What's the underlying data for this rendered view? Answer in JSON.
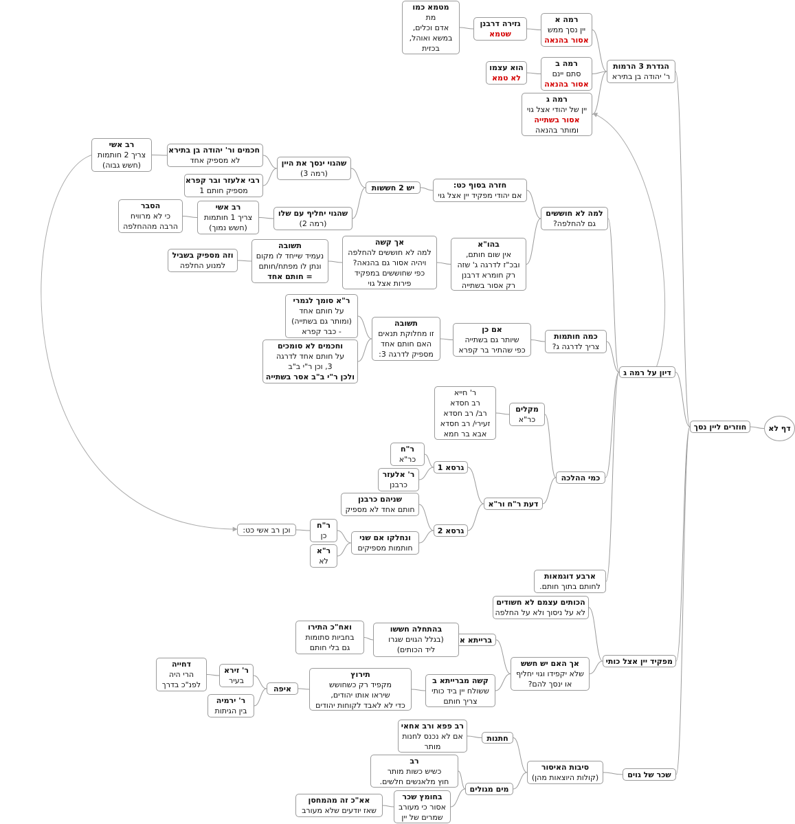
{
  "nodes": [
    {
      "id": "root",
      "lines": [
        {
          "t": "דף לא",
          "s": "b"
        }
      ]
    },
    {
      "id": "main",
      "lines": [
        {
          "t": "חוזרים ליין נסך",
          "s": "b"
        }
      ]
    },
    {
      "id": "def3",
      "lines": [
        {
          "t": "הגדרת 3 הרמות",
          "s": "b"
        },
        {
          "t": "ר' יהודה בן בתירא"
        }
      ]
    },
    {
      "id": "ramaA",
      "lines": [
        {
          "t": "רמה א",
          "s": "b"
        },
        {
          "t": "יין נסך ממש"
        },
        {
          "t": "אסור בהנאה",
          "s": "r"
        }
      ]
    },
    {
      "id": "gzera",
      "lines": [
        {
          "t": "גזירה דרבנן",
          "s": "b"
        },
        {
          "t": "שטמא",
          "s": "r"
        }
      ]
    },
    {
      "id": "metamme",
      "lines": [
        {
          "t": "מטמא כמו",
          "s": "b"
        },
        {
          "t": "מת"
        },
        {
          "t": "אדם וכלים,"
        },
        {
          "t": "במשא ואוהל,"
        },
        {
          "t": "בכזית"
        }
      ]
    },
    {
      "id": "ramaB",
      "lines": [
        {
          "t": "רמה ב",
          "s": "b"
        },
        {
          "t": "סתם יינם"
        },
        {
          "t": "אסור בהנאה",
          "s": "r"
        }
      ]
    },
    {
      "id": "huatzmo",
      "lines": [
        {
          "t": "הוא עצמו",
          "s": "b"
        },
        {
          "t": "לא טמא",
          "s": "r"
        }
      ]
    },
    {
      "id": "ramaG",
      "lines": [
        {
          "t": "רמה ג",
          "s": "b"
        },
        {
          "t": "יין של יהודי אצל גוי"
        },
        {
          "t": "אסור בשתייה",
          "s": "r"
        },
        {
          "t": "ומותר בהנאה"
        }
      ]
    },
    {
      "id": "dion",
      "lines": [
        {
          "t": "דיון על רמה ג",
          "s": "b"
        }
      ]
    },
    {
      "id": "lama",
      "lines": [
        {
          "t": "למה לא חוששים",
          "s": "b"
        },
        {
          "t": "גם להחלפה?"
        }
      ]
    },
    {
      "id": "hazara",
      "lines": [
        {
          "t": "חזרה בסוף כט:",
          "s": "b"
        },
        {
          "t": "אם יהודי מפקיד יין אצל גוי"
        }
      ]
    },
    {
      "id": "yesh2",
      "lines": [
        {
          "t": "יש 2 חששות",
          "s": "b"
        }
      ]
    },
    {
      "id": "shehagoy1",
      "lines": [
        {
          "t": "שהגוי ינסך את היין",
          "s": "b"
        },
        {
          "t": "(רמה 3)"
        }
      ]
    },
    {
      "id": "hachamim",
      "lines": [
        {
          "t": "חכמים ור' יהודה בן בתירא",
          "s": "b"
        },
        {
          "t": "לא מספיק אחד"
        }
      ]
    },
    {
      "id": "ravashi1",
      "lines": [
        {
          "t": "רב אשי",
          "s": "b"
        },
        {
          "t": "צריך 2 חותמות"
        },
        {
          "t": "(חשש גבוה)"
        }
      ]
    },
    {
      "id": "rabiel",
      "lines": [
        {
          "t": "רבי אלעזר ובר קפרא",
          "s": "b"
        },
        {
          "t": "מספיק חותם 1"
        }
      ]
    },
    {
      "id": "shehagoy2",
      "lines": [
        {
          "t": "שהגוי יחליף עם שלו",
          "s": "b"
        },
        {
          "t": "(רמה 2)"
        }
      ]
    },
    {
      "id": "ravashi2",
      "lines": [
        {
          "t": "רב אשי",
          "s": "b"
        },
        {
          "t": "צריך 1 חותמות"
        },
        {
          "t": "(חשש נמוך)"
        }
      ]
    },
    {
      "id": "hesber",
      "lines": [
        {
          "t": "הסבר",
          "s": "b"
        },
        {
          "t": "כי לא מרוויח"
        },
        {
          "t": "הרבה מההחלפה"
        }
      ]
    },
    {
      "id": "behua",
      "lines": [
        {
          "t": "בהו\"א",
          "s": "b"
        },
        {
          "t": "אין שום חותם,"
        },
        {
          "t": "ובכ\"ז לדרגה ג' שזה"
        },
        {
          "t": "רק חומרא דרבנן"
        },
        {
          "t": "רק אסור בשתייה"
        }
      ]
    },
    {
      "id": "akkasha",
      "lines": [
        {
          "t": "אך קשה",
          "s": "b"
        },
        {
          "t": "למה לא חוששים להחלפה"
        },
        {
          "t": "ויהיה אסור גם בהנאה?"
        },
        {
          "t": "כפי שחוששים במפקיד"
        },
        {
          "t": "פירות אצל גוי"
        }
      ]
    },
    {
      "id": "tshuva1",
      "lines": [
        {
          "t": "תשובה",
          "s": "b"
        },
        {
          "t": "נעמיד שייחד לו מקום"
        },
        {
          "t": "ונתן לו מפתח/חותם"
        },
        {
          "t": "= חותם אחד",
          "s": "b"
        }
      ]
    },
    {
      "id": "vezehmaspik",
      "lines": [
        {
          "t": "וזה מספיק בשביל",
          "s": "b"
        },
        {
          "t": "למנוע החלפה"
        }
      ]
    },
    {
      "id": "kama",
      "lines": [
        {
          "t": "כמה חותמות",
          "s": "b"
        },
        {
          "t": "צריך לדרגה ג?"
        }
      ]
    },
    {
      "id": "imken",
      "lines": [
        {
          "t": "אם כן",
          "s": "b"
        },
        {
          "t": "שיותר גם בשתייה"
        },
        {
          "t": "כפי שהתיר בר קפרא"
        }
      ]
    },
    {
      "id": "tshuva2",
      "lines": [
        {
          "t": "תשובה",
          "s": "b"
        },
        {
          "t": "זו מחלוקת תנאים"
        },
        {
          "t": "האם חותם אחד"
        },
        {
          "t": "מספיק לדרגה 3:"
        }
      ]
    },
    {
      "id": "raSomech",
      "lines": [
        {
          "t": "ר\"א סומך לגמרי",
          "s": "b"
        },
        {
          "t": "על חותם אחד"
        },
        {
          "t": "(ומותר גם בשתייה)"
        },
        {
          "t": "- כבר קפרא"
        }
      ]
    },
    {
      "id": "hachamimLo",
      "lines": [
        {
          "t": "וחכמים לא סומכים",
          "s": "b"
        },
        {
          "t": "על חותם אחד לדרגה"
        },
        {
          "t": "3, וכן ר\"י ב\"ב"
        },
        {
          "t": "ולכן ר\"י ב\"ב אסר בשתייה",
          "s": "b"
        }
      ]
    },
    {
      "id": "kmi",
      "lines": [
        {
          "t": "כמי ההלכה",
          "s": "b"
        }
      ]
    },
    {
      "id": "mekilim",
      "lines": [
        {
          "t": "מקלים",
          "s": "b"
        },
        {
          "t": "כר\"א"
        }
      ]
    },
    {
      "id": "rchiya",
      "lines": [
        {
          "t": "ר' חייא"
        },
        {
          "t": "רב חסדא"
        },
        {
          "t": "רב/ רב חסדא"
        },
        {
          "t": "זעירי/ רב חסדא"
        },
        {
          "t": "אבא בר חמא"
        }
      ]
    },
    {
      "id": "daat",
      "lines": [
        {
          "t": "דעת ר\"ח ור\"א",
          "s": "b"
        }
      ]
    },
    {
      "id": "girsa1",
      "lines": [
        {
          "t": "גרסא 1",
          "s": "b"
        }
      ]
    },
    {
      "id": "rch1",
      "lines": [
        {
          "t": "ר\"ח",
          "s": "b"
        },
        {
          "t": "כר\"א"
        }
      ]
    },
    {
      "id": "rel",
      "lines": [
        {
          "t": "ר' אלעזר",
          "s": "b"
        },
        {
          "t": "כרבנן"
        }
      ]
    },
    {
      "id": "girsa2",
      "lines": [
        {
          "t": "גרסא 2",
          "s": "b"
        }
      ]
    },
    {
      "id": "shneihem",
      "lines": [
        {
          "t": "שניהם כרבנן",
          "s": "b"
        },
        {
          "t": "חותם אחד לא מספיק"
        }
      ]
    },
    {
      "id": "venechleku",
      "lines": [
        {
          "t": "ונחלקו אם שני",
          "s": "b"
        },
        {
          "t": "חותמות מספיקים"
        }
      ]
    },
    {
      "id": "rch2",
      "lines": [
        {
          "t": "ר\"ח",
          "s": "b"
        },
        {
          "t": "כן"
        }
      ]
    },
    {
      "id": "ra2",
      "lines": [
        {
          "t": "ר\"א",
          "s": "b"
        },
        {
          "t": "לא"
        }
      ]
    },
    {
      "id": "vechen",
      "lines": [
        {
          "t": "וכן רב אשי כט:"
        }
      ]
    },
    {
      "id": "arba",
      "lines": [
        {
          "t": "ארבע דוגמאות",
          "s": "b"
        },
        {
          "t": "לחותם בתוך חותם."
        }
      ]
    },
    {
      "id": "mafkid",
      "lines": [
        {
          "t": "מפקיד יין אצל כותי",
          "s": "b"
        }
      ]
    },
    {
      "id": "hakutim",
      "lines": [
        {
          "t": "הכותים עצמם לא חשודים",
          "s": "b"
        },
        {
          "t": "לא על ניסוך ולא על החלפה"
        }
      ]
    },
    {
      "id": "akhaim",
      "lines": [
        {
          "t": "אך האם יש חשש",
          "s": "b"
        },
        {
          "t": "שלא יקפידו וגוי יחליף"
        },
        {
          "t": "או ינסך להם?"
        }
      ]
    },
    {
      "id": "braitaA",
      "lines": [
        {
          "t": "ברייתא א",
          "s": "b"
        }
      ]
    },
    {
      "id": "behatchala",
      "lines": [
        {
          "t": "בהתחלה חששו",
          "s": "b"
        },
        {
          "t": "(בגלל הגוים שגרו"
        },
        {
          "t": "ליד הכותים)"
        }
      ]
    },
    {
      "id": "veachkach",
      "lines": [
        {
          "t": "ואח\"כ התירו",
          "s": "b"
        },
        {
          "t": "בחביות סתומות"
        },
        {
          "t": "גם בלי חותם"
        }
      ]
    },
    {
      "id": "kashe",
      "lines": [
        {
          "t": "קשה מברייתא ב",
          "s": "b"
        },
        {
          "t": "ששולח יין ביד כותי"
        },
        {
          "t": "צריך חותם"
        }
      ]
    },
    {
      "id": "tirutz",
      "lines": [
        {
          "t": "תירוץ",
          "s": "b"
        },
        {
          "t": "מקפיד רק כשחושש"
        },
        {
          "t": "שיראו אותו יהודים,"
        },
        {
          "t": "כדי לא לאבד לקוחות יהודים"
        }
      ]
    },
    {
      "id": "eifa",
      "lines": [
        {
          "t": "איפה",
          "s": "b"
        }
      ]
    },
    {
      "id": "rzeira",
      "lines": [
        {
          "t": "ר' זירא",
          "s": "b"
        },
        {
          "t": "בעיר"
        }
      ]
    },
    {
      "id": "dechiya",
      "lines": [
        {
          "t": "דחייה",
          "s": "b"
        },
        {
          "t": "הרי היה"
        },
        {
          "t": "לפנ\"כ בדרך"
        }
      ]
    },
    {
      "id": "rirmiya",
      "lines": [
        {
          "t": "ר' ירמיה",
          "s": "b"
        },
        {
          "t": "בין הגיתות"
        }
      ]
    },
    {
      "id": "schar",
      "lines": [
        {
          "t": "שכר של גוים",
          "s": "b"
        }
      ]
    },
    {
      "id": "sibot",
      "lines": [
        {
          "t": "סיבות האיסור",
          "s": "b"
        },
        {
          "t": "(קולות היוצאות מהן)"
        }
      ]
    },
    {
      "id": "chatnut",
      "lines": [
        {
          "t": "חתנות",
          "s": "b"
        }
      ]
    },
    {
      "id": "ravpapa",
      "lines": [
        {
          "t": "רב פפא ורב אחאי",
          "s": "b"
        },
        {
          "t": "אם לא נכנס לחנות"
        },
        {
          "t": "מותר"
        }
      ]
    },
    {
      "id": "maim",
      "lines": [
        {
          "t": "מים מגולים",
          "s": "b"
        }
      ]
    },
    {
      "id": "rav",
      "lines": [
        {
          "t": "רב",
          "s": "b"
        },
        {
          "t": "כשיש כשות מותר"
        },
        {
          "t": "חוץ מלאנשים חלשים."
        }
      ]
    },
    {
      "id": "bchometz",
      "lines": [
        {
          "t": "בחומץ שכר",
          "s": "b"
        },
        {
          "t": "אסור כי מעורב"
        },
        {
          "t": "שמרים של יין"
        }
      ]
    },
    {
      "id": "aachzeh",
      "lines": [
        {
          "t": "אא\"כ זה מהמחסן",
          "s": "b"
        },
        {
          "t": "שאז יודעים שלא מעורב"
        }
      ]
    }
  ]
}
